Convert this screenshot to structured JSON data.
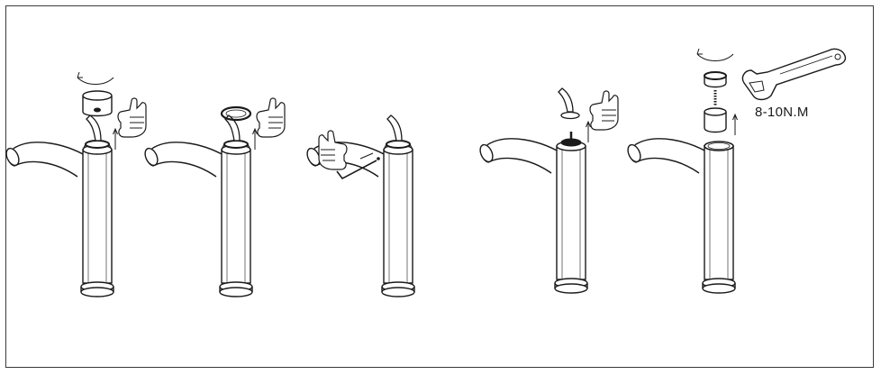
{
  "diagram": {
    "kind": "faucet cartridge removal steps",
    "steps": [
      {
        "part": "cap",
        "icon": "cap-part-icon",
        "action": "lift-off"
      },
      {
        "part": "ring",
        "icon": "ring-part-icon",
        "action": "lift-off"
      },
      {
        "part": "handle-screw",
        "icon": "hex-key-icon",
        "action": "loosen"
      },
      {
        "part": "handle",
        "icon": "handle-part-icon",
        "action": "lift-off"
      },
      {
        "part": "cartridge",
        "icon": "wrench-icon",
        "action": "unscrew"
      }
    ],
    "torque_label": "8-10N.M",
    "stroke_color": "#1a1a1a",
    "chrome_fill": "#ffffff"
  }
}
